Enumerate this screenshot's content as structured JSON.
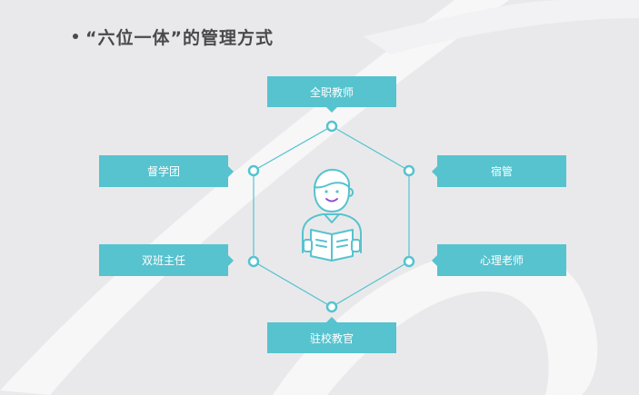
{
  "title": {
    "text": "“六位一体”的管理方式"
  },
  "colors": {
    "accent": "#56c3cf",
    "background": "#e9e9eb",
    "title_text": "#4a4a4a",
    "swoosh": "#f7f7f8"
  },
  "icon": "teacher-reading-book-icon",
  "nodes": {
    "top": "全职教师",
    "upper_left": "督学团",
    "upper_right": "宿管",
    "lower_left": "双班主任",
    "lower_right": "心理老师",
    "bottom": "驻校教官"
  }
}
